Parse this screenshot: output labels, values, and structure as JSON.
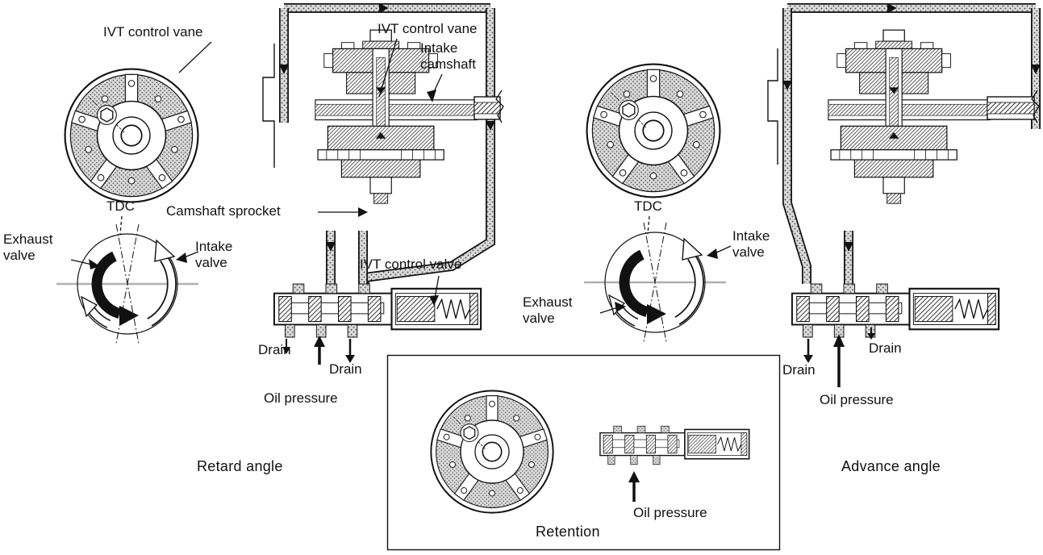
{
  "diagram": {
    "left": {
      "vane_label": "IVT control vane",
      "section_vane_label": "IVT control vane",
      "camshaft_label": "Intake\ncamshaft",
      "sprocket_label": "Camshaft sprocket",
      "tdc": "TDC",
      "exhaust": "Exhaust\nvalve",
      "intake": "Intake\nvalve",
      "control_valve_label": "IVT control valve",
      "drain_left": "Drain",
      "drain_right": "Drain",
      "oil_pressure": "Oil pressure",
      "caption": "Retard angle"
    },
    "right": {
      "tdc": "TDC",
      "intake": "Intake\nvalve",
      "exhaust": "Exhaust\nvalve",
      "drain_left": "Drain",
      "drain_right": "Drain",
      "oil_pressure": "Oil pressure",
      "caption": "Advance angle"
    },
    "retention": {
      "oil_pressure": "Oil pressure",
      "caption": "Retention"
    },
    "colors": {
      "line": "#111111",
      "oil_channel_fill": "#d9d9d9",
      "background": "#ffffff"
    }
  }
}
